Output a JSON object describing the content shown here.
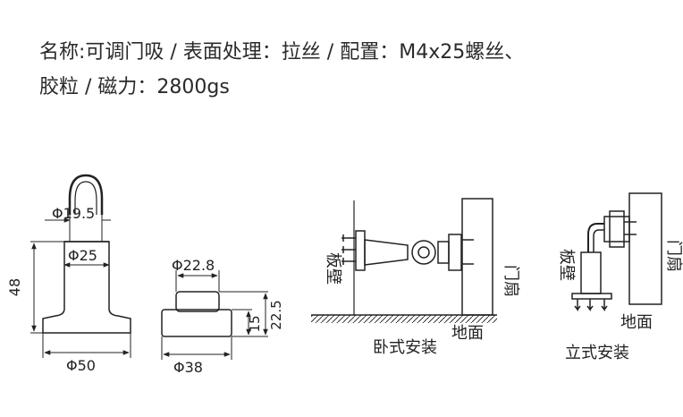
{
  "spec": {
    "line1": "名称:可调门吸  /  表面处理：拉丝  /  配置：M4x25螺丝、",
    "line2": "胶粒 /  磁力：2800gs"
  },
  "drawing1": {
    "dim_top": "Φ19.5",
    "dim_mid": "Φ25",
    "dim_height": "48",
    "dim_base": "Φ50"
  },
  "drawing2": {
    "dim_top": "Φ22.8",
    "dim_h1": "15",
    "dim_h2": "22.5",
    "dim_base": "Φ38"
  },
  "drawing3": {
    "wall_label": "板壁",
    "door_label": "门扇",
    "floor_label": "地面",
    "caption": "卧式安装"
  },
  "drawing4": {
    "wall_label": "板壁",
    "door_label": "门扇",
    "floor_label": "地面",
    "caption": "立式安装"
  }
}
